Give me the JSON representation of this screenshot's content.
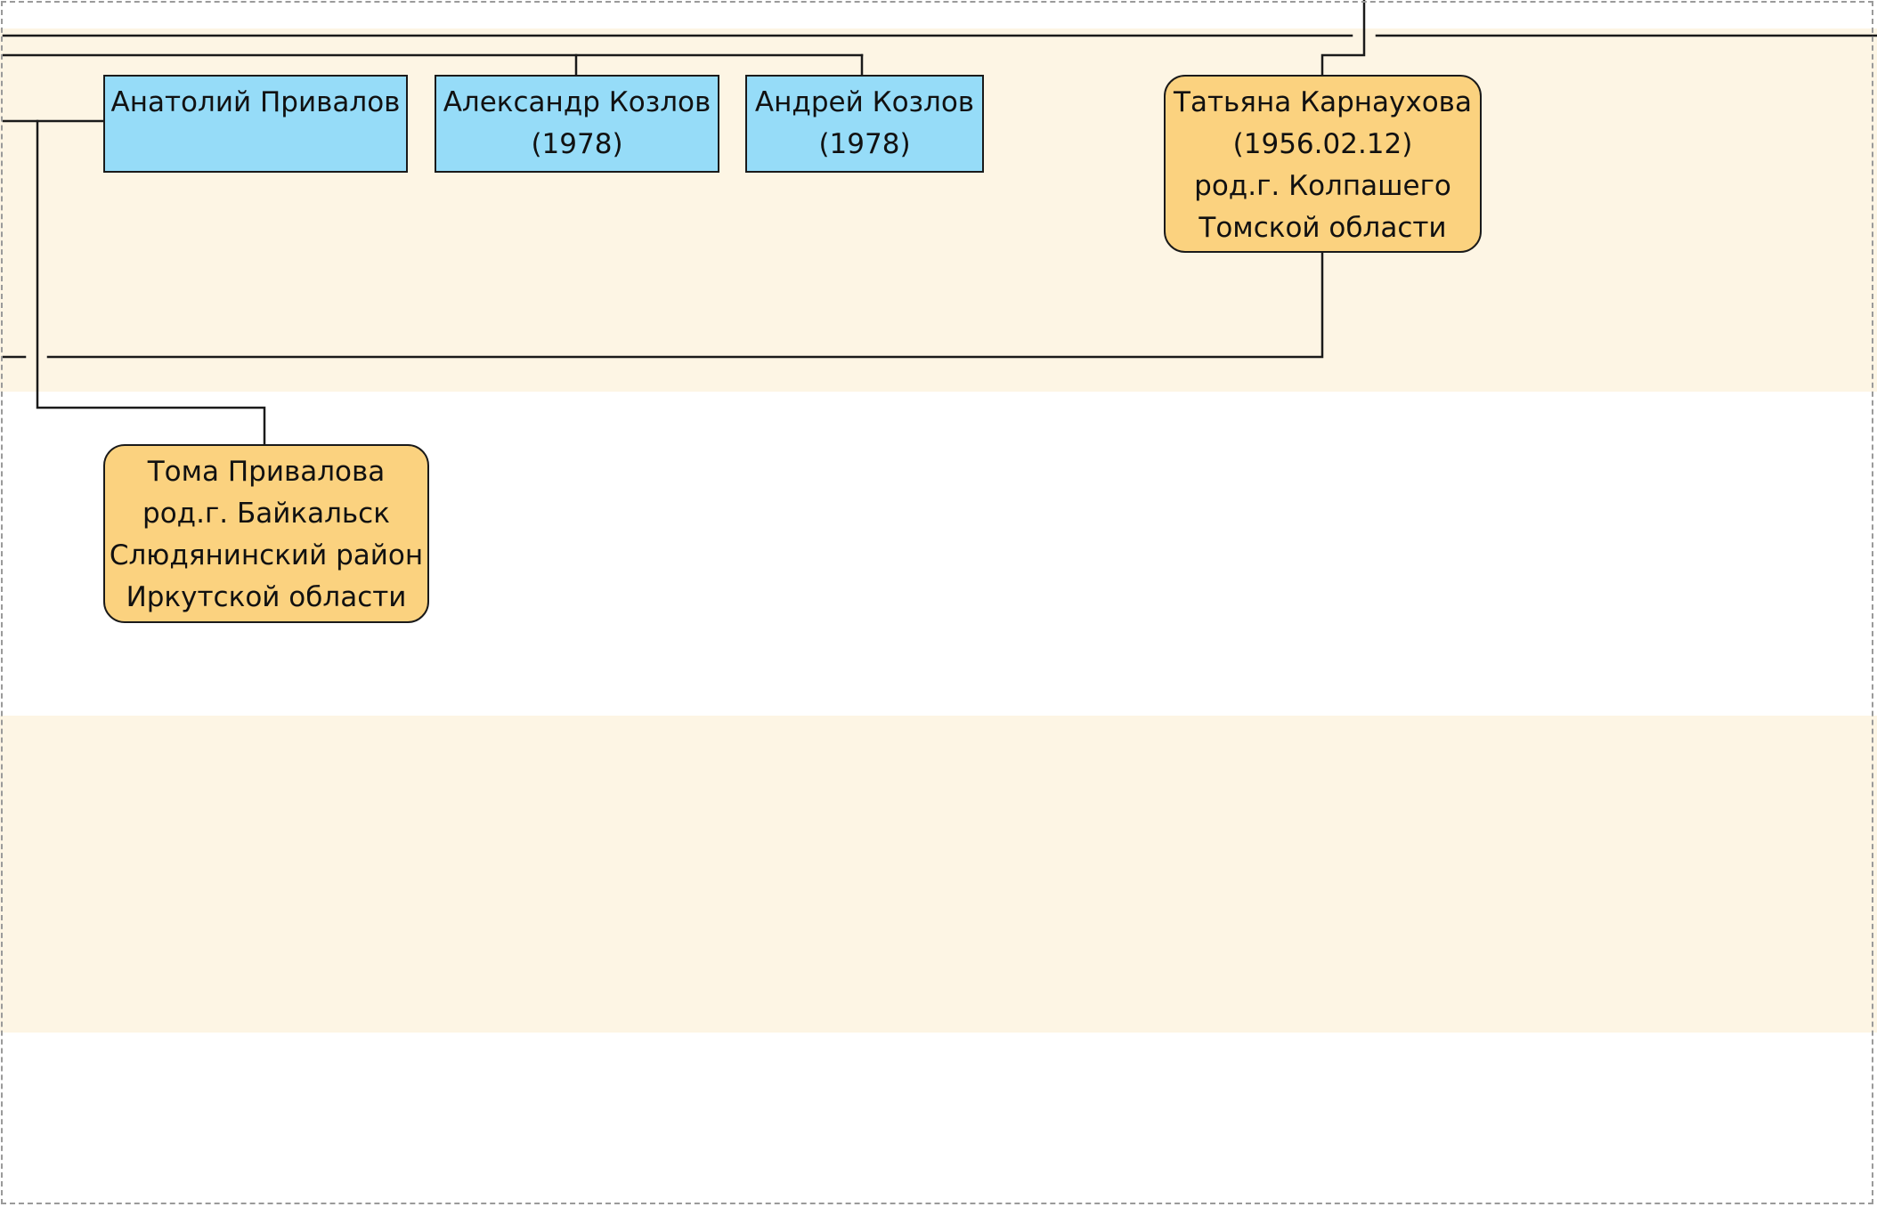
{
  "colors": {
    "male_fill": "#96dcf8",
    "female_fill": "#fbd27f",
    "generation_band": "#fdf5e4",
    "connector": "#1a1a1a",
    "page_border": "#9a9a9a"
  },
  "people": {
    "anatoly": {
      "lines": [
        "Анатолий Привалов"
      ]
    },
    "alexander": {
      "lines": [
        "Александр Козлов",
        "(1978)"
      ]
    },
    "andrey": {
      "lines": [
        "Андрей Козлов",
        "(1978)"
      ]
    },
    "tatiana": {
      "lines": [
        "Татьяна Карнаухова",
        "(1956.02.12)",
        "род.г. Колпашего",
        "Томской области"
      ]
    },
    "toma": {
      "lines": [
        "Тома Привалова",
        "род.г. Байкальск",
        "Слюдянинский район",
        "Иркутской области"
      ]
    }
  }
}
